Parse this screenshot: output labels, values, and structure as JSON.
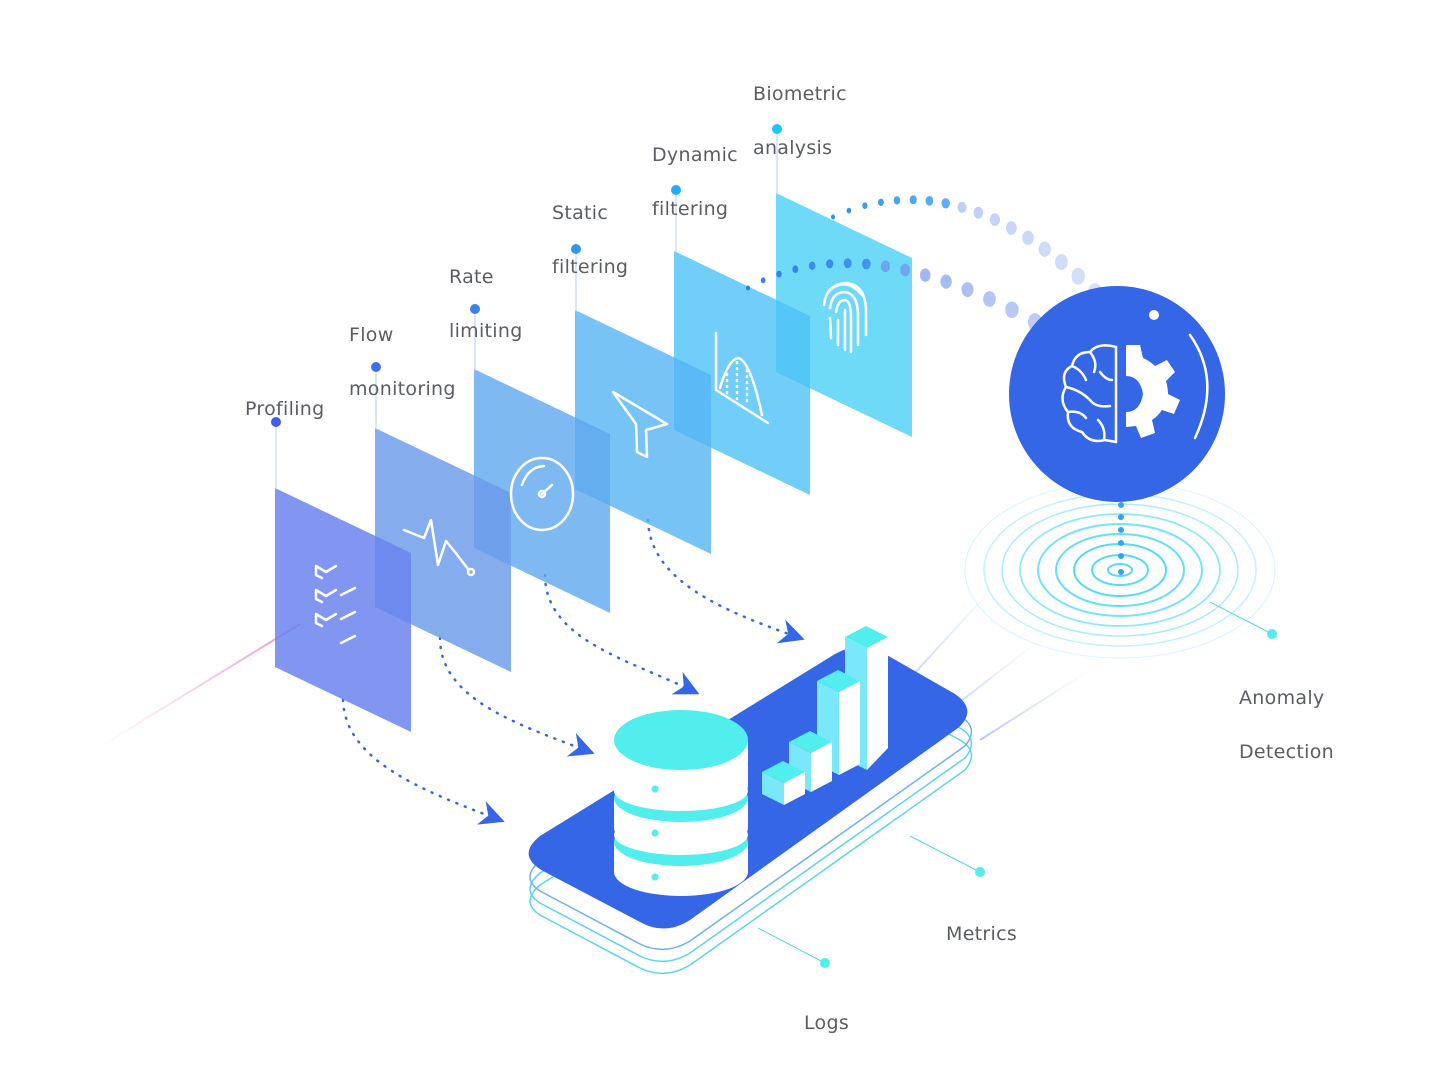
{
  "layers": [
    {
      "line1": "Profiling",
      "line2": "",
      "icon": "checklist-icon",
      "color": "#6b84ee"
    },
    {
      "line1": "Flow",
      "line2": "monitoring",
      "icon": "heartbeat-icon",
      "color": "#6a9be9"
    },
    {
      "line1": "Rate",
      "line2": "limiting",
      "icon": "gauge-icon",
      "color": "#5fa7ee"
    },
    {
      "line1": "Static",
      "line2": "filtering",
      "icon": "funnel-icon",
      "color": "#56b4f4"
    },
    {
      "line1": "Dynamic",
      "line2": "filtering",
      "icon": "bell-curve-icon",
      "color": "#4ec2f6"
    },
    {
      "line1": "Biometric",
      "line2": "analysis",
      "icon": "fingerprint-icon",
      "color": "#4fd2f7"
    }
  ],
  "outputs": {
    "anomaly_line1": "Anomaly",
    "anomaly_line2": "Detection",
    "metrics": "Metrics",
    "logs": "Logs"
  },
  "colors": {
    "platform": "#3466e6",
    "database": "#52eeee",
    "ai_circle": "#3466e6",
    "ripple": "#53dcf7",
    "label": "#5a5d63"
  },
  "icons": {
    "ai_engine": "brain-gear-icon",
    "database": "database-icon",
    "chart": "bar-chart-icon"
  }
}
